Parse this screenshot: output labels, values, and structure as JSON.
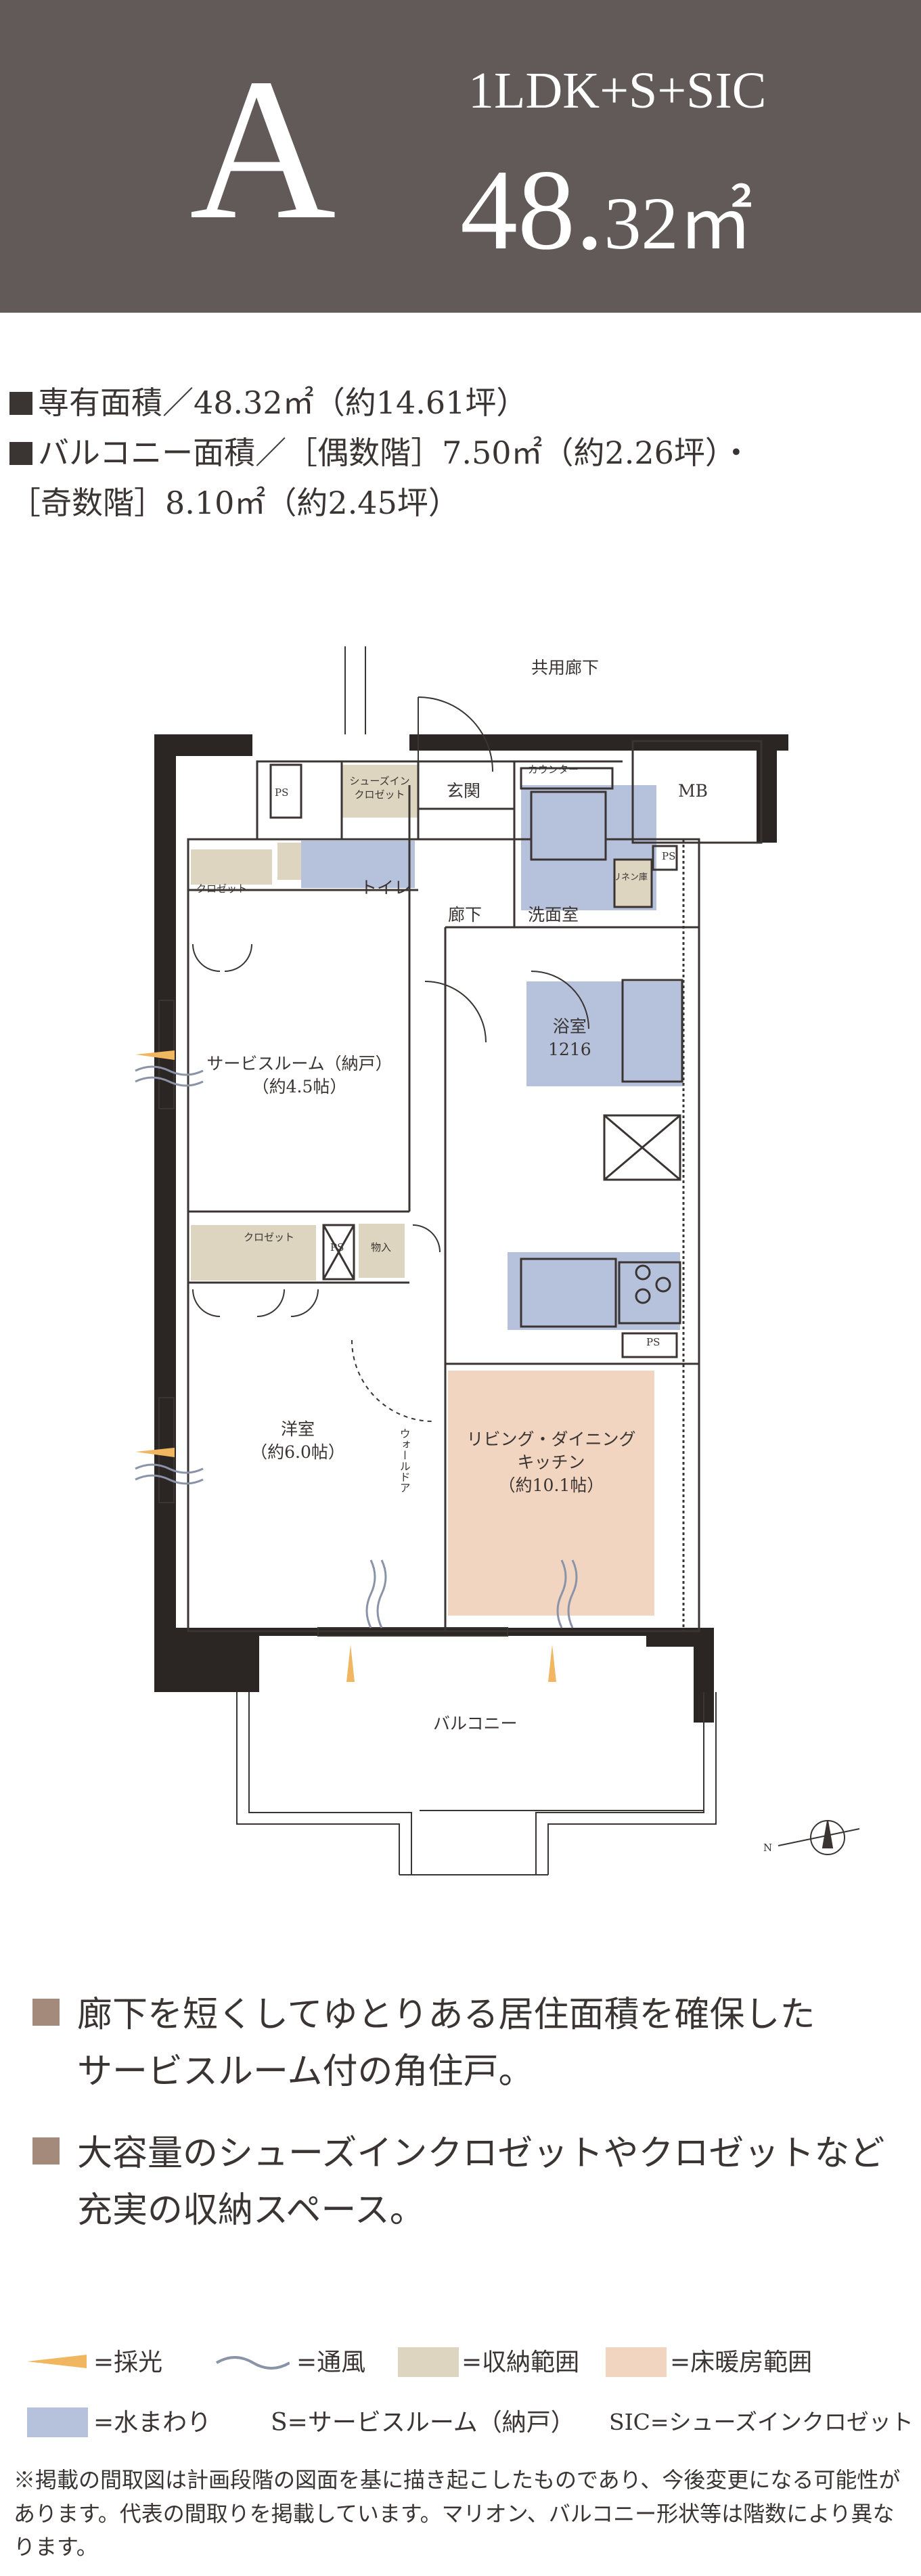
{
  "header": {
    "type_letter": "A",
    "layout_code": "1LDK+S+SIC",
    "area_integer": "48.",
    "area_decimal": "32",
    "area_unit": "㎡"
  },
  "specs": {
    "line1": "専有面積／48.32㎡（約14.61坪）",
    "line2": "バルコニー面積／［偶数階］7.50㎡（約2.26坪）・",
    "line3": "［奇数階］8.10㎡（約2.45坪）"
  },
  "floorplan": {
    "labels": {
      "corridor_shared": "共用廊下",
      "ps": "PS",
      "sic": "シューズイン\nクロゼット",
      "entrance": "玄関",
      "mb": "MB",
      "counter": "カウンター",
      "linen": "リネン庫",
      "closet": "クロゼット",
      "toilet": "トイレ",
      "hallway": "廊下",
      "washroom": "洗面室",
      "bathroom": "浴室\n1216",
      "service_room": "サービスルーム（納戸）\n（約4.5帖）",
      "storage": "物入",
      "western_room": "洋室\n（約6.0帖）",
      "walk_door": "ウォールドア",
      "ldk": "リビング・ダイニング\nキッチン\n（約10.1帖）",
      "balcony": "バルコニー",
      "north": "N"
    },
    "colors": {
      "storage": "#ddd5c0",
      "floor_heating": "#f2d5c0",
      "water": "#b6c1dc",
      "wall": "#2b2624",
      "light": "#f0b660",
      "wind": "#8a93a8"
    }
  },
  "features": [
    {
      "line1": "廊下を短くしてゆとりある居住面積を確保した",
      "line2": "サービスルーム付の角住戸。"
    },
    {
      "line1": "大容量のシューズインクロゼットやクロゼットなど",
      "line2": "充実の収納スペース。"
    }
  ],
  "legend": {
    "light": "=採光",
    "wind": "=通風",
    "storage": "=収納範囲",
    "floor_heating": "=床暖房範囲",
    "water": "=水まわり",
    "s_def": "S=サービスルーム（納戸）",
    "sic_def": "SIC=シューズインクロゼット"
  },
  "note": "※掲載の間取図は計画段階の図面を基に描き起こしたものであり、今後変更になる可能性があります。代表の間取りを掲載しています。マリオン、バルコニー形状等は階数により異なります。"
}
